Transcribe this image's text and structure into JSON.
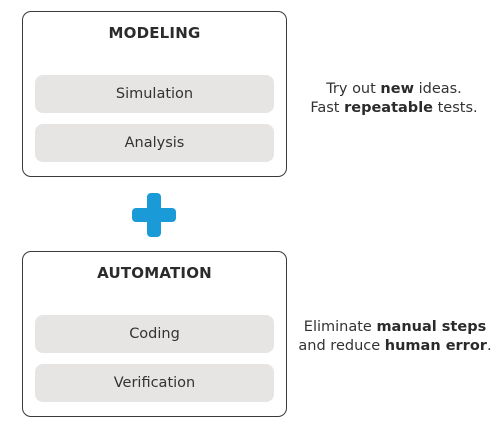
{
  "modeling": {
    "title": "MODELING",
    "items": [
      "Simulation",
      "Analysis"
    ],
    "note": {
      "line1_pre": "Try out ",
      "line1_bold": "new",
      "line1_post": " ideas.",
      "line2_pre": "Fast ",
      "line2_bold": "repeatable",
      "line2_post": " tests."
    }
  },
  "connector": {
    "icon": "plus-icon",
    "color": "#1a9ad6"
  },
  "automation": {
    "title": "AUTOMATION",
    "items": [
      "Coding",
      "Verification"
    ],
    "note": {
      "line1_pre": "Eliminate ",
      "line1_bold": "manual steps",
      "line1_post": "",
      "line2_pre": "and reduce ",
      "line2_bold": "human error",
      "line2_post": "."
    }
  },
  "colors": {
    "panel_border": "#3a3a3a",
    "pill_fill": "#e7e5e3",
    "text": "#333333"
  }
}
